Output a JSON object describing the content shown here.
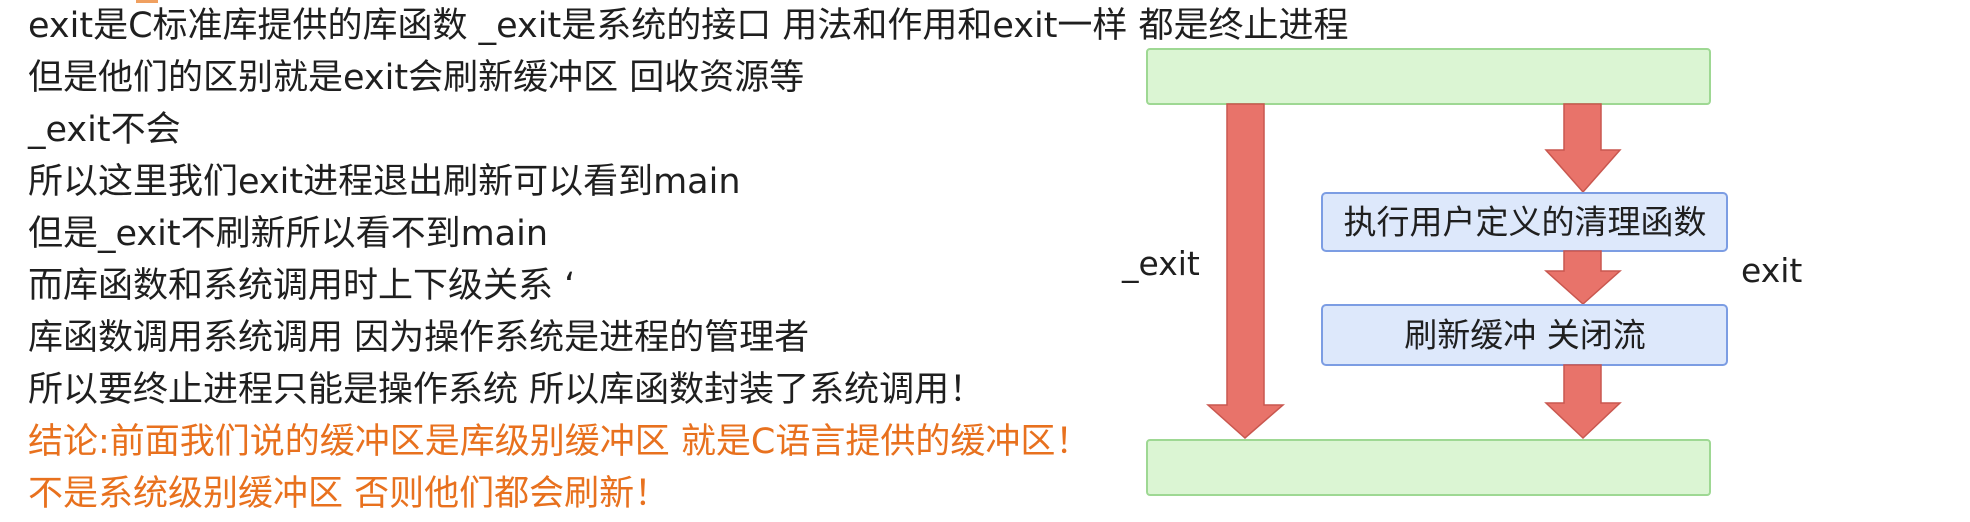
{
  "notes": {
    "lines": [
      "exit是C标准库提供的库函数 _exit是系统的接口 用法和作用和exit一样 都是终止进程",
      "但是他们的区别就是exit会刷新缓冲区 回收资源等",
      "_exit不会",
      "所以这里我们exit进程退出刷新可以看到main",
      "但是_exit不刷新所以看不到main",
      "而库函数和系统调用时上下级关系 ‘",
      "库函数调用系统调用 因为操作系统是进程的管理者",
      "所以要终止进程只能是操作系统 所以库函数封装了系统调用！"
    ],
    "conclusion": [
      "结论:前面我们说的缓冲区是库级别缓冲区 就是C语言提供的缓冲区！",
      "不是系统级别缓冲区 否则他们都会刷新！"
    ]
  },
  "diagram": {
    "left_label": "_exit",
    "right_label": "exit",
    "step1_label": "执行用户定义的清理函数",
    "step2_label": "刷新缓冲 关闭流",
    "colors": {
      "arrow": "#e8736a",
      "arrow_stroke": "#c9574f",
      "end_box_fill": "#dbf5d3",
      "end_box_stroke": "#9ed893",
      "step_box_fill": "#dde8fb",
      "step_box_stroke": "#7c9de3"
    }
  },
  "colors": {
    "text": "#1f1f1f",
    "conclusion_text": "#e8711e"
  }
}
